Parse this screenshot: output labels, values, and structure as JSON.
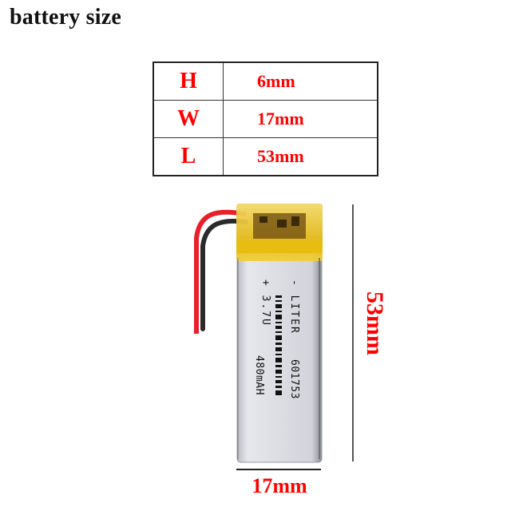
{
  "title": "battery size",
  "spec_table": {
    "rows": [
      {
        "key": "H",
        "value": "6mm"
      },
      {
        "key": "W",
        "value": "17mm"
      },
      {
        "key": "L",
        "value": "53mm"
      }
    ]
  },
  "battery": {
    "label_lines": {
      "minus_line": "- LITER",
      "plus_line": "+ 3.7U",
      "model": "601753",
      "capacity": "480mAH"
    },
    "wire_colors": {
      "positive": "#e8202a",
      "negative": "#2a2a2a"
    },
    "tape_color": "#e8c21a",
    "body_color": "#d9dadf"
  },
  "dimensions": {
    "length_label": "53mm",
    "width_label": "17mm"
  },
  "colors": {
    "accent_red": "#ff0000",
    "text_dark": "#111111"
  }
}
